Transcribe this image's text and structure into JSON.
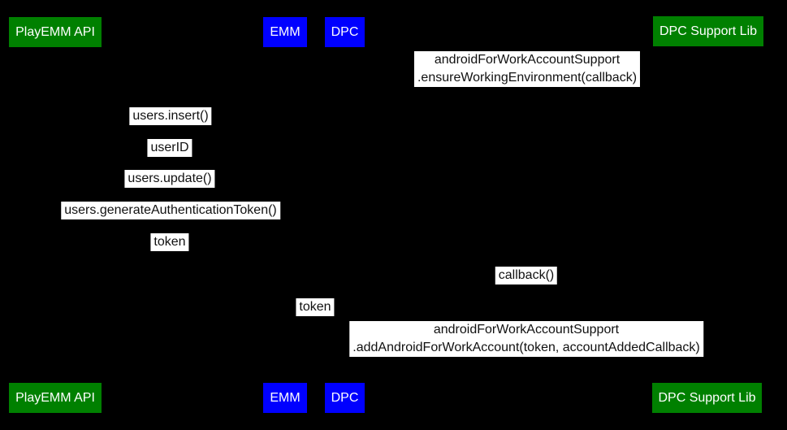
{
  "diagram": {
    "type": "sequence-diagram",
    "background_color": "#000000",
    "message_box_color": "#ffffff",
    "message_text_color": "#111111",
    "actors": [
      {
        "id": "playemm-api",
        "label": "PlayEMM API",
        "color": "#008000"
      },
      {
        "id": "emm",
        "label": "EMM",
        "color": "#0000ff"
      },
      {
        "id": "dpc",
        "label": "DPC",
        "color": "#0000ff"
      },
      {
        "id": "dpc-support-lib",
        "label": "DPC Support Lib",
        "color": "#008000"
      }
    ],
    "messages": [
      {
        "id": "ensure-working-environment",
        "from": "DPC",
        "to": "DPC Support Lib",
        "line1": "androidForWorkAccountSupport",
        "line2": ".ensureWorkingEnvironment(callback)"
      },
      {
        "id": "users-insert",
        "from": "PlayEMM API",
        "to": "EMM",
        "text": "users.insert()"
      },
      {
        "id": "user-id",
        "from": "EMM",
        "to": "PlayEMM API",
        "text": "userID"
      },
      {
        "id": "users-update",
        "from": "PlayEMM API",
        "to": "EMM",
        "text": "users.update()"
      },
      {
        "id": "generate-token",
        "from": "PlayEMM API",
        "to": "EMM",
        "text": "users.generateAuthenticationToken()"
      },
      {
        "id": "token-return",
        "from": "EMM",
        "to": "PlayEMM API",
        "text": "token"
      },
      {
        "id": "callback",
        "from": "DPC Support Lib",
        "to": "DPC",
        "text": "callback()"
      },
      {
        "id": "token-pass",
        "from": "EMM",
        "to": "DPC",
        "text": "token"
      },
      {
        "id": "add-account",
        "from": "DPC",
        "to": "DPC Support Lib",
        "line1": "androidForWorkAccountSupport",
        "line2": ".addAndroidForWorkAccount(token, accountAddedCallback)"
      }
    ]
  }
}
